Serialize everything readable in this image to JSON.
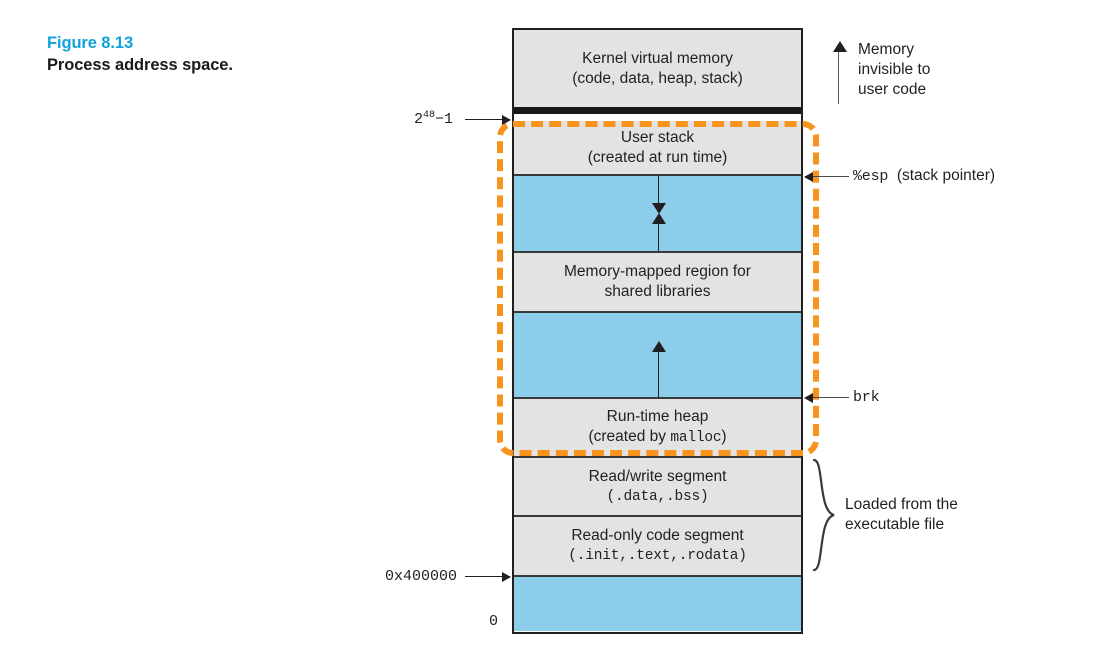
{
  "figure": {
    "number": "Figure 8.13",
    "title": "Process address space.",
    "number_color": "#0fa3dc"
  },
  "colors": {
    "segment_fill": "#e3e3e3",
    "gap_fill": "#8ccee9",
    "highlight": "#f7941e",
    "outline": "#231f20"
  },
  "diagram": {
    "type": "memory-layout",
    "regions": [
      {
        "id": "kernel-virtual-memory",
        "lines": [
          "Kernel virtual memory",
          "(code, data, heap, stack)"
        ],
        "fill": "segment"
      },
      {
        "id": "user-stack",
        "lines": [
          "User stack",
          "(created at run time)"
        ],
        "fill": "segment"
      },
      {
        "id": "stack-gap",
        "lines": [],
        "fill": "gap"
      },
      {
        "id": "memory-mapped-region",
        "lines": [
          "Memory-mapped region for",
          "shared libraries"
        ],
        "fill": "segment"
      },
      {
        "id": "heap-gap",
        "lines": [],
        "fill": "gap"
      },
      {
        "id": "run-time-heap",
        "lines": [
          "Run-time heap",
          "(created by malloc)"
        ],
        "lines_mono_suffix": "malloc",
        "fill": "segment"
      },
      {
        "id": "read-write-segment",
        "lines": [
          "Read/write segment",
          "(.data,.bss)"
        ],
        "fill": "segment"
      },
      {
        "id": "read-only-code-segment",
        "lines": [
          "Read-only code segment",
          "(.init,.text,.rodata)"
        ],
        "fill": "segment"
      },
      {
        "id": "reserved-low-memory",
        "lines": [],
        "fill": "gap"
      }
    ],
    "region_text": {
      "kernel_line1": "Kernel virtual memory",
      "kernel_line2": "(code, data, heap, stack)",
      "user_stack_line1": "User stack",
      "user_stack_line2": "(created at run time)",
      "mmap_line1": "Memory-mapped region for",
      "mmap_line2": "shared libraries",
      "heap_line1": "Run-time heap",
      "heap_line2_prefix": "(created by ",
      "heap_line2_mono": "malloc",
      "heap_line2_suffix": ")",
      "rw_line1": "Read/write segment",
      "rw_line2": "(.data,.bss)",
      "ro_line1": "Read-only code segment",
      "ro_line2": "(.init,.text,.rodata)"
    },
    "address_labels": [
      {
        "id": "top-address",
        "base": "2",
        "exponent": "48",
        "tail": "−1"
      },
      {
        "id": "load-address",
        "text": "0x400000"
      },
      {
        "id": "zero-address",
        "text": "0"
      }
    ],
    "callouts": [
      {
        "id": "memory-invisible",
        "lines": [
          "Memory",
          "invisible to",
          "user code"
        ]
      },
      {
        "id": "stack-pointer",
        "mono": "%esp",
        "text": "(stack pointer)"
      },
      {
        "id": "brk-pointer",
        "mono": "brk",
        "text": ""
      },
      {
        "id": "loaded-from-executable",
        "lines": [
          "Loaded from the",
          "executable file"
        ]
      }
    ]
  }
}
